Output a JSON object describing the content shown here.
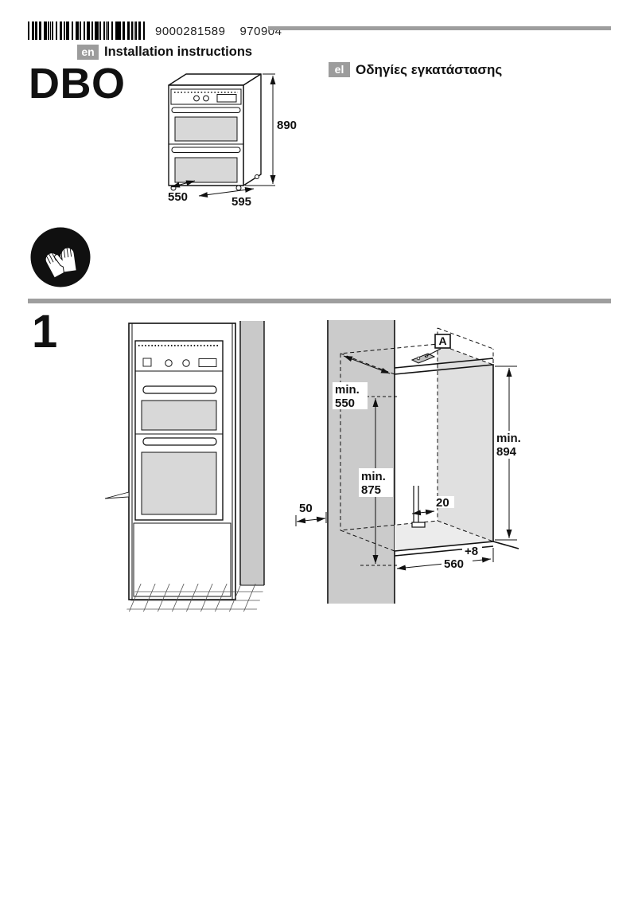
{
  "header": {
    "part_number": "9000281589",
    "revision_code": "970904",
    "en_badge": "en",
    "en_title": "Installation instructions",
    "el_badge": "el",
    "el_title": "Οδηγίες εγκατάστασης",
    "model": "DBO"
  },
  "icons": {
    "safety_gloves": "gloves-icon"
  },
  "colors": {
    "badge_bg": "#9c9c9c",
    "divider": "#9e9e9e",
    "wall_fill": "#cbcbcb",
    "panel_fill": "#d8d8d8"
  },
  "appliance": {
    "height_mm": "890",
    "depth_mm": "550",
    "width_mm": "595"
  },
  "step1": {
    "number": "1",
    "niche": {
      "depth_min_prefix": "min.",
      "depth_min": "550",
      "front_height_min_prefix": "min.",
      "front_height_min": "875",
      "rear_height_min_prefix": "min.",
      "rear_height_min": "894",
      "side_gap": "50",
      "ledge": "20",
      "width_tolerance": "+8",
      "width": "560",
      "detail_label": "A"
    }
  }
}
